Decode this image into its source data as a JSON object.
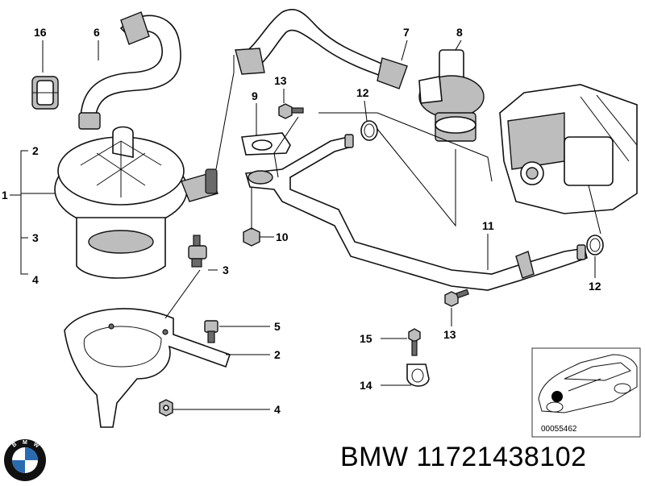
{
  "callouts": {
    "c16": "16",
    "c6": "6",
    "c7": "7",
    "c8": "8",
    "c2a": "2",
    "c1": "1",
    "c3a": "3",
    "c4a": "4",
    "c13a": "13",
    "c9": "9",
    "c12a": "12",
    "c10": "10",
    "c3b": "3",
    "c11": "11",
    "c12b": "12",
    "c5": "5",
    "c2b": "2",
    "c13b": "13",
    "c15": "15",
    "c14": "14",
    "c4b": "4"
  },
  "inset": {
    "image_number": "00055462"
  },
  "footer": {
    "brand": "BMW",
    "part_number": "11721438102",
    "label": "BMW 11721438102"
  },
  "logo": {
    "icon": "bmw-roundel-icon",
    "letters": "BMW",
    "colors": {
      "blue": "#2a6bb0",
      "dark": "#111111"
    }
  }
}
